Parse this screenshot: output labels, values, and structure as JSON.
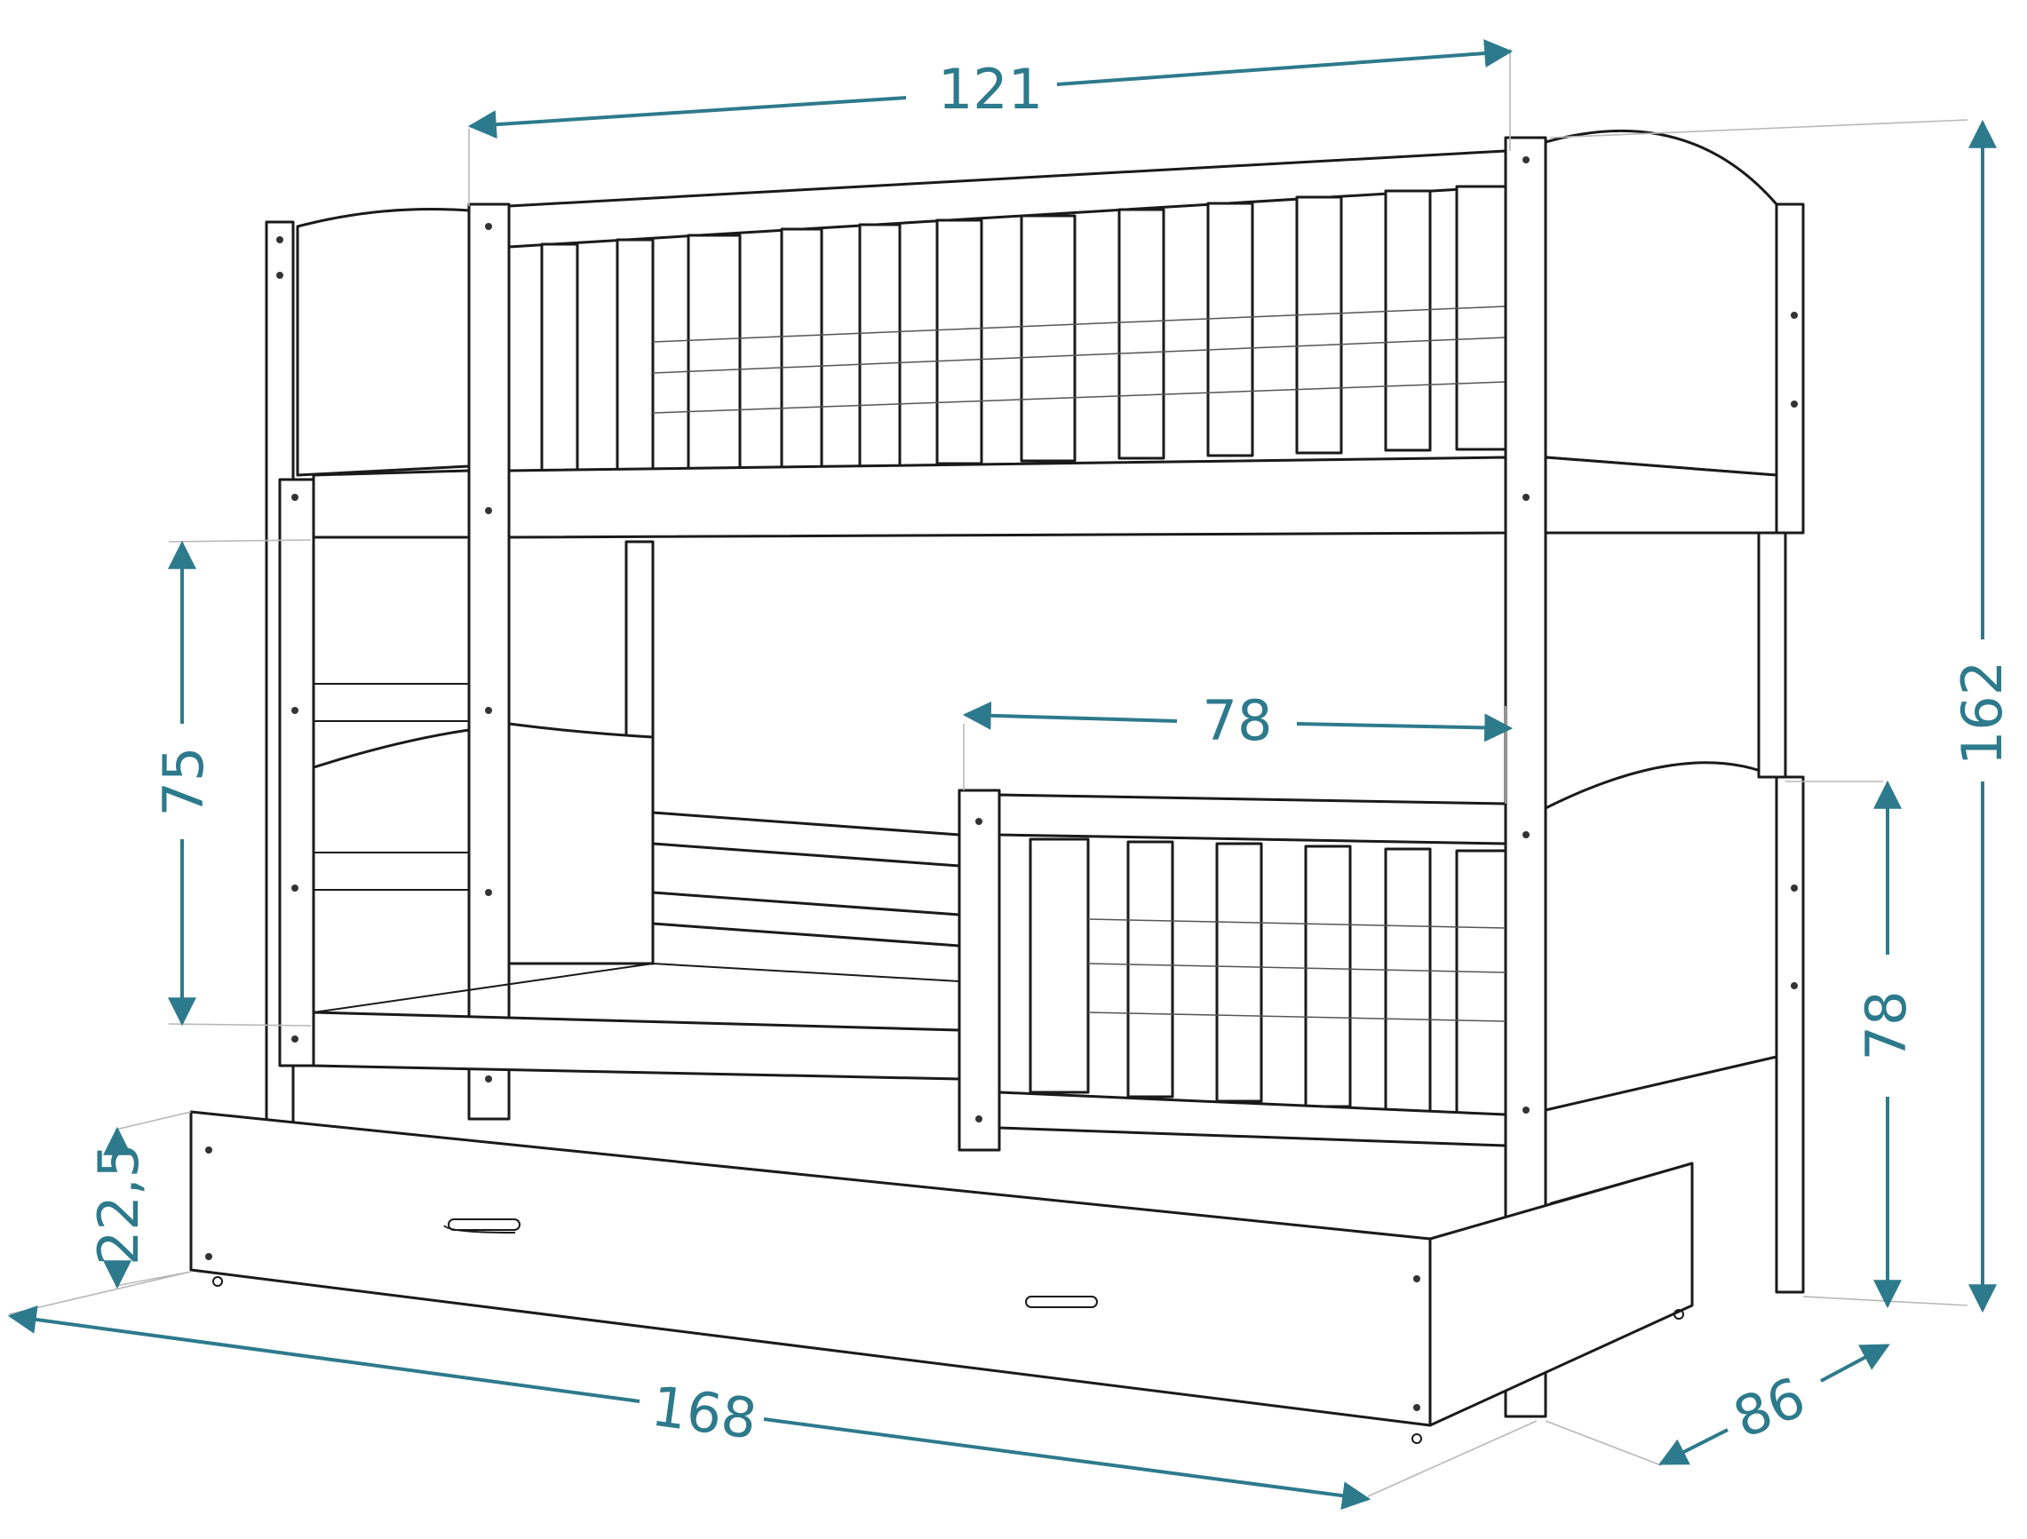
{
  "colors": {
    "dimension": "#2d7a8c",
    "outline": "#1a1a1a",
    "background": "#ffffff"
  },
  "dimensions": {
    "width_top": "121",
    "total_height": "162",
    "lower_bed_clearance": "75",
    "ladder_gap": "78",
    "lower_side_height": "78",
    "drawer_height": "22,5",
    "total_length": "168",
    "depth": "86"
  }
}
